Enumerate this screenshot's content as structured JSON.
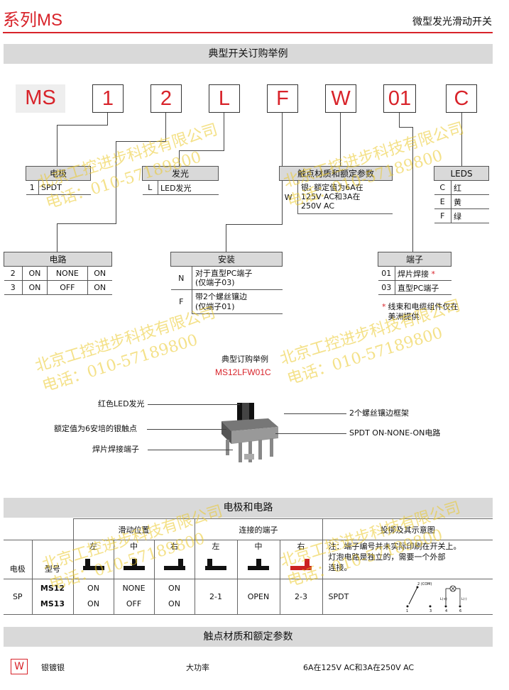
{
  "header": {
    "series_title": "系列MS",
    "page_subtitle": "微型发光滑动开关"
  },
  "sections": {
    "ordering": "典型开关订购举例",
    "poles_circuits": "电极和电路",
    "contact_rating": "触点材质和额定参数"
  },
  "code_boxes": [
    "MS",
    "1",
    "2",
    "L",
    "F",
    "W",
    "01",
    "C"
  ],
  "tables": {
    "poles": {
      "title": "电极",
      "rows": [
        [
          "1",
          "SPDT"
        ]
      ]
    },
    "led": {
      "title": "发光",
      "rows": [
        [
          "L",
          "LED发光"
        ]
      ]
    },
    "contact": {
      "title": "触点材质和额定参数",
      "code": "W",
      "text": "银; 额定值为6A在\n125V AC和3A在\n250V AC"
    },
    "leds": {
      "title": "LEDS",
      "rows": [
        [
          "C",
          "红"
        ],
        [
          "E",
          "黄"
        ],
        [
          "F",
          "绿"
        ]
      ]
    },
    "circuit": {
      "title": "电路",
      "rows": [
        [
          "2",
          "ON",
          "NONE",
          "ON"
        ],
        [
          "3",
          "ON",
          "OFF",
          "ON"
        ]
      ]
    },
    "mounting": {
      "title": "安装",
      "rows": [
        [
          "N",
          "对于直型PC端子\n(仅端子03)"
        ],
        [
          "F",
          "带2个螺丝镶边\n(仅端子01)"
        ]
      ]
    },
    "terminal": {
      "title": "端子",
      "rows": [
        [
          "01",
          "焊片焊接",
          "*"
        ],
        [
          "03",
          "直型PC端子",
          ""
        ]
      ],
      "note_star": "*",
      "note": "线束和电缆组件仅在\n美洲提供"
    }
  },
  "example": {
    "label": "典型订购举例",
    "code": "MS12LFW01C"
  },
  "callouts": {
    "left": [
      "红色LED发光",
      "额定值为6安培的银触点",
      "焊片焊接端子"
    ],
    "right": [
      "2个螺丝镶边框架",
      "SPDT ON-NONE-ON电路"
    ]
  },
  "grid": {
    "h_slide": "滑动位置",
    "h_connected": "连接的端子",
    "h_schematic": "投掷及其示意图",
    "pos": [
      "左",
      "中",
      "右"
    ],
    "h_pole": "电极",
    "h_model": "型号",
    "note": "注：端子编号并未实际印刷在开关上。\n灯泡电路是独立的，需要一个外部\n连接。",
    "pole": "SP",
    "models": [
      "MS12",
      "MS13"
    ],
    "left_vals": [
      "ON",
      "ON"
    ],
    "mid_vals": [
      "NONE",
      "OFF"
    ],
    "right_vals": [
      "ON",
      "ON"
    ],
    "conn": [
      "2-1",
      "OPEN",
      "2-3"
    ],
    "throw": "SPDT",
    "schem_labels": [
      "2 (COM)",
      "1",
      "3",
      "4",
      "6",
      "L(+)",
      "L(-)"
    ]
  },
  "material": {
    "code": "W",
    "name": "银镀银",
    "power_label": "大功率",
    "rating": "6A在125V AC和3A在250V AC"
  },
  "watermarks": [
    "北京工控进步科技有限公司",
    "电话：010-57189800"
  ],
  "colors": {
    "accent": "#d8232a",
    "band": "#d9d9d9",
    "watermark": "#ebc828"
  }
}
